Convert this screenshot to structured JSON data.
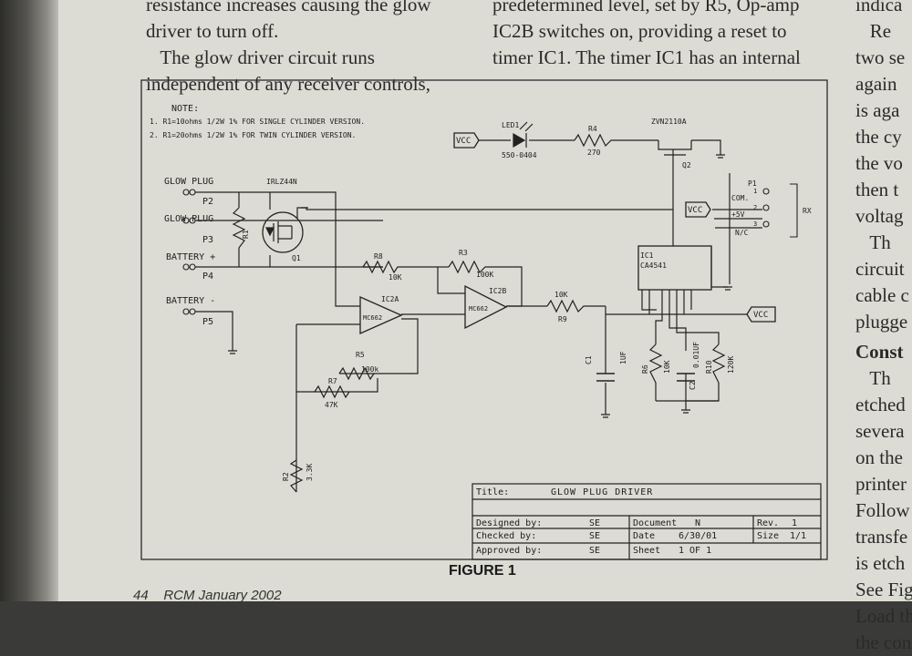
{
  "page_text": {
    "col1": [
      "resistance increases causing the glow",
      "driver to turn off.",
      "   The glow driver circuit runs",
      "independent of any receiver controls,"
    ],
    "col2": [
      "predetermined level, set by R5, Op-amp",
      "IC2B switches on, providing a reset to",
      "timer IC1. The timer IC1 has an internal"
    ],
    "col3": [
      "indica",
      "   Re",
      "two se",
      "again",
      "is aga",
      "the cy",
      "the vo",
      "then t",
      "voltag",
      "   Th",
      "circuit",
      "cable c",
      "plugge",
      "Const",
      "   Th",
      "etched",
      "severa",
      "on the",
      "printer",
      "Follow",
      "transfe",
      "is etch",
      "See Fig",
      "Load th",
      "the con"
    ],
    "figure_label": "FIGURE 1",
    "footer": "44    RCM January 2002"
  },
  "schematic": {
    "note_title": "NOTE:",
    "notes": [
      "1.  R1=10ohms 1/2W 1% FOR SINGLE CYLINDER VERSION.",
      "2.  R1=20ohms 1/2W 1% FOR TWIN CYLINDER VERSION."
    ],
    "connectors": {
      "glow_plug_1": "GLOW PLUG",
      "p2": "P2",
      "glow_plug_2": "GLOW PLUG",
      "p3": "P3",
      "battery_pos": "BATTERY +",
      "p4": "P4",
      "battery_neg": "BATTERY -",
      "p5": "P5"
    },
    "parts": {
      "irlz": "IRLZ44N",
      "q1": "Q1",
      "r1": "R1",
      "r8": "R8",
      "r8v": "10K",
      "r3": "R3",
      "r3v": "100K",
      "r9top": "10K",
      "r9": "R9",
      "ic2a": "IC2A",
      "ic2a_chip": "MC662",
      "ic2b": "IC2B",
      "ic2b_chip": "MC662",
      "r5": "R5",
      "r5v": "100k",
      "r7": "R7",
      "r7v": "47K",
      "r2": "R2",
      "r2v": "3.3K",
      "led": "LED1",
      "led_part": "550-0404",
      "r4": "R4",
      "r4v": "270",
      "zvn": "ZVN2110A",
      "q2": "Q2",
      "ic1": "IC1",
      "ic1_chip": "CA4541",
      "c1": "C1",
      "c1v": "1UF",
      "r6": "R6",
      "r6v": "10K",
      "c2": "C2",
      "c2v": "0.01UF",
      "r10": "R10",
      "r10v": "120K",
      "vcc": "VCC",
      "p1": "P1",
      "com": "COM.",
      "plus5": "+5V",
      "nc": "N/C",
      "rx": "RX",
      "pin1": "1",
      "pin2": "2",
      "pin3": "3"
    },
    "title_block": {
      "title_label": "Title:",
      "title": "GLOW PLUG DRIVER",
      "designed_label": "Designed by:",
      "designed": "SE",
      "checked_label": "Checked by:",
      "checked": "SE",
      "approved_label": "Approved by:",
      "approved": "SE",
      "document_label": "Document",
      "document": "N",
      "date_label": "Date",
      "date": "6/30/01",
      "sheet_label": "Sheet",
      "sheet": "1 OF 1",
      "rev_label": "Rev.",
      "rev": "1",
      "size_label": "Size",
      "size": "1/1"
    }
  }
}
